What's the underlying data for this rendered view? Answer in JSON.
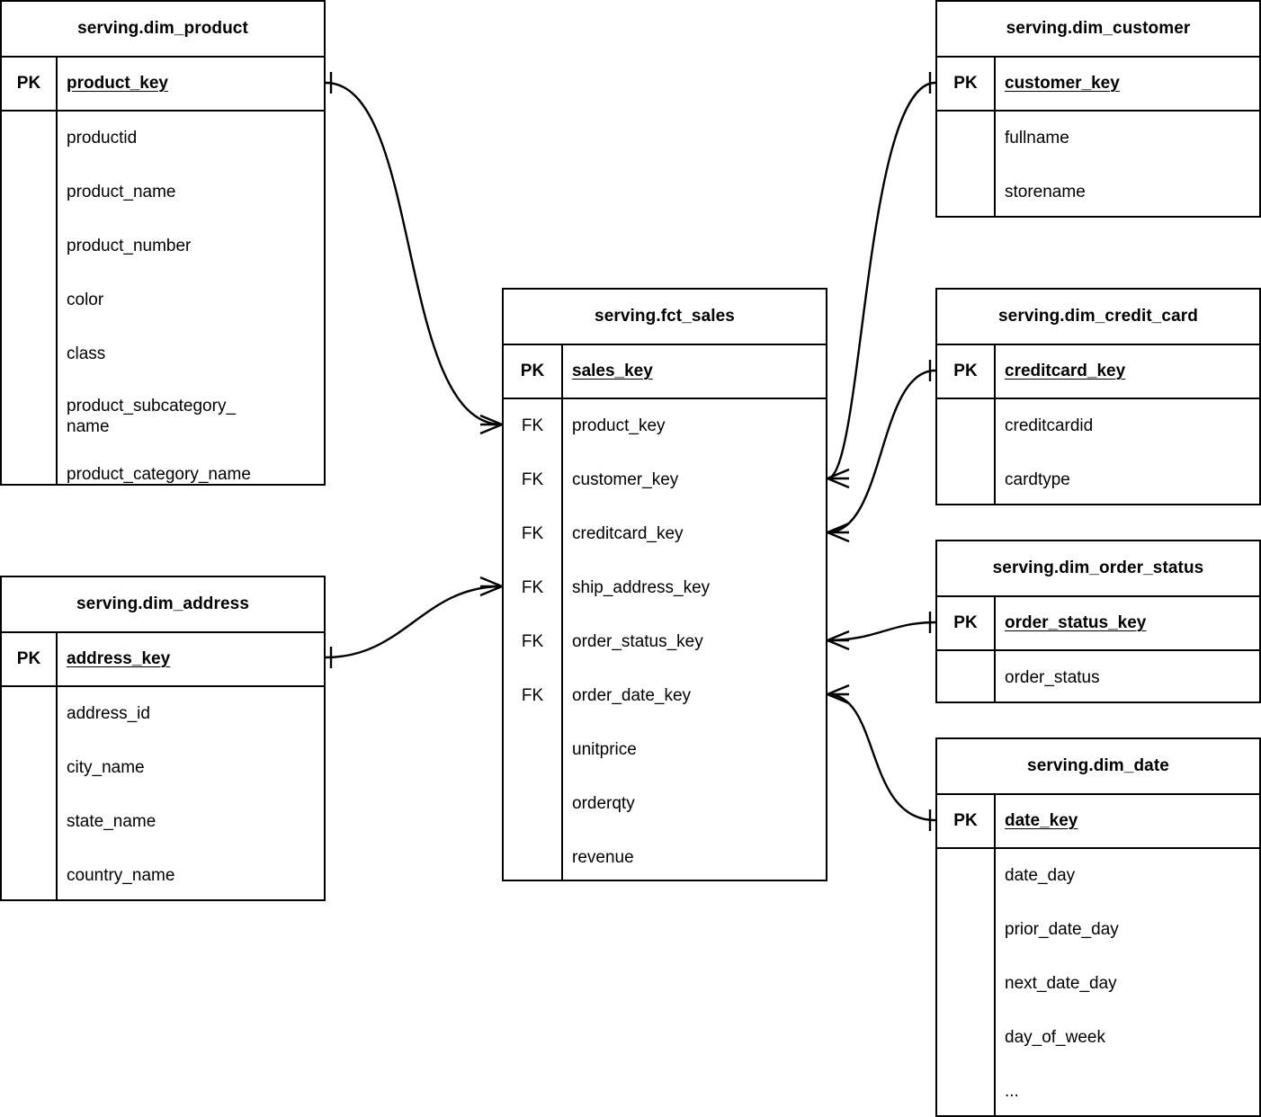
{
  "diagram": {
    "type": "entity-relationship-diagram",
    "notation": "crow's-foot",
    "background_color": "#ffffff",
    "line_color": "#000000"
  },
  "entities": {
    "dim_product": {
      "title": "serving.dim_product",
      "pk_label": "PK",
      "pk_field": "product_key",
      "attributes": [
        "productid",
        "product_name",
        "product_number",
        "color",
        "class",
        "product_subcategory_\nname",
        "product_category_name"
      ]
    },
    "dim_address": {
      "title": "serving.dim_address",
      "pk_label": "PK",
      "pk_field": "address_key",
      "attributes": [
        "address_id",
        "city_name",
        "state_name",
        "country_name"
      ]
    },
    "fct_sales": {
      "title": "serving.fct_sales",
      "pk_label": "PK",
      "pk_field": "sales_key",
      "fk_label": "FK",
      "foreign_keys": [
        "product_key",
        "customer_key",
        "creditcard_key",
        "ship_address_key",
        "order_status_key",
        "order_date_key"
      ],
      "measures": [
        "unitprice",
        "orderqty",
        "revenue"
      ]
    },
    "dim_customer": {
      "title": "serving.dim_customer",
      "pk_label": "PK",
      "pk_field": "customer_key",
      "attributes": [
        "fullname",
        "storename"
      ]
    },
    "dim_credit_card": {
      "title": "serving.dim_credit_card",
      "pk_label": "PK",
      "pk_field": "creditcard_key",
      "attributes": [
        "creditcardid",
        "cardtype"
      ]
    },
    "dim_order_status": {
      "title": "serving.dim_order_status",
      "pk_label": "PK",
      "pk_field": "order_status_key",
      "attributes": [
        "order_status"
      ]
    },
    "dim_date": {
      "title": "serving.dim_date",
      "pk_label": "PK",
      "pk_field": "date_key",
      "attributes": [
        "date_day",
        "prior_date_day",
        "next_date_day",
        "day_of_week",
        "..."
      ]
    }
  },
  "relationships": [
    {
      "name": "product-to-sales",
      "from": "dim_product.product_key",
      "to": "fct_sales.product_key",
      "from_cardinality": "one",
      "to_cardinality": "many"
    },
    {
      "name": "address-to-sales",
      "from": "dim_address.address_key",
      "to": "fct_sales.ship_address_key",
      "from_cardinality": "one",
      "to_cardinality": "many"
    },
    {
      "name": "customer-to-sales",
      "from": "dim_customer.customer_key",
      "to": "fct_sales.customer_key",
      "from_cardinality": "one",
      "to_cardinality": "many"
    },
    {
      "name": "creditcard-to-sales",
      "from": "dim_credit_card.creditcard_key",
      "to": "fct_sales.creditcard_key",
      "from_cardinality": "one",
      "to_cardinality": "many"
    },
    {
      "name": "order-status-to-sales",
      "from": "dim_order_status.order_status_key",
      "to": "fct_sales.order_status_key",
      "from_cardinality": "one",
      "to_cardinality": "many"
    },
    {
      "name": "date-to-sales",
      "from": "dim_date.date_key",
      "to": "fct_sales.order_date_key",
      "from_cardinality": "one",
      "to_cardinality": "many"
    }
  ]
}
